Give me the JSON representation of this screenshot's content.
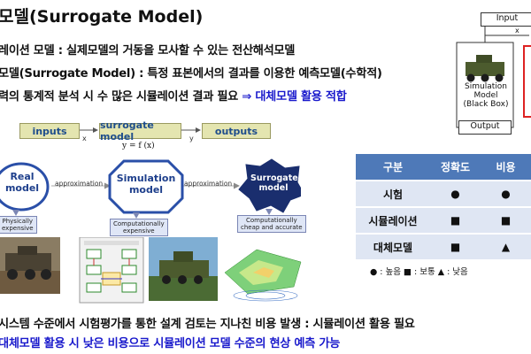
{
  "slide": {
    "title": "모델(Surrogate Model)",
    "bullets": [
      "레이션 모델 : 실제모델의 거동을 모사할 수 있는 전산해석모델",
      "모델(Surrogate Model) : 특정 표본에서의 결과를 이용한 예측모델(수학적)",
      {
        "prefix": "력의 통계적 분석 시 수 많은 시뮬레이션 결과 필요 ",
        "highlight": "⇒ 대체모델 활용 적합"
      }
    ],
    "conclusion_1": "시스템 수준에서 시험평가를 통한 설계 검토는 지나친 비용 발생 : 시뮬레이션 활용 필요",
    "conclusion_2": "대체모델 활용 시 낮은 비용으로 시뮬레이션 모델 수준의 현상 예측 가능",
    "colors": {
      "highlight": "#1a1acc",
      "table_header": "#4e79b8",
      "table_cell": "#dfe6f3"
    }
  },
  "flow": {
    "inputs": "inputs",
    "x": "x",
    "surrogate_model": "surrogate model",
    "equation": "y = f (x)",
    "y": "y",
    "outputs": "outputs"
  },
  "pipeline": {
    "real": "Real\nmodel",
    "real_caption": "Physically\nexpensive",
    "approx1": "approximation",
    "simulation": "Simulation\nmodel",
    "simulation_caption": "Computationally\nexpensive",
    "approx2": "approximation",
    "surrogate": "Surrogate\nmodel",
    "surrogate_caption": "Computationally\ncheap and accurate"
  },
  "blackbox": {
    "input": "Input",
    "x": "x",
    "model": "Simulation\nModel\n(Black Box)",
    "output": "Output"
  },
  "comparison_table": {
    "headers": [
      "구분",
      "정확도",
      "비용"
    ],
    "rows": [
      [
        "시험",
        "●",
        "●"
      ],
      [
        "시뮬레이션",
        "■",
        "■"
      ],
      [
        "대체모델",
        "■",
        "▲"
      ]
    ],
    "legend": "● : 높음   ■ : 보통   ▲ : 낮음"
  }
}
